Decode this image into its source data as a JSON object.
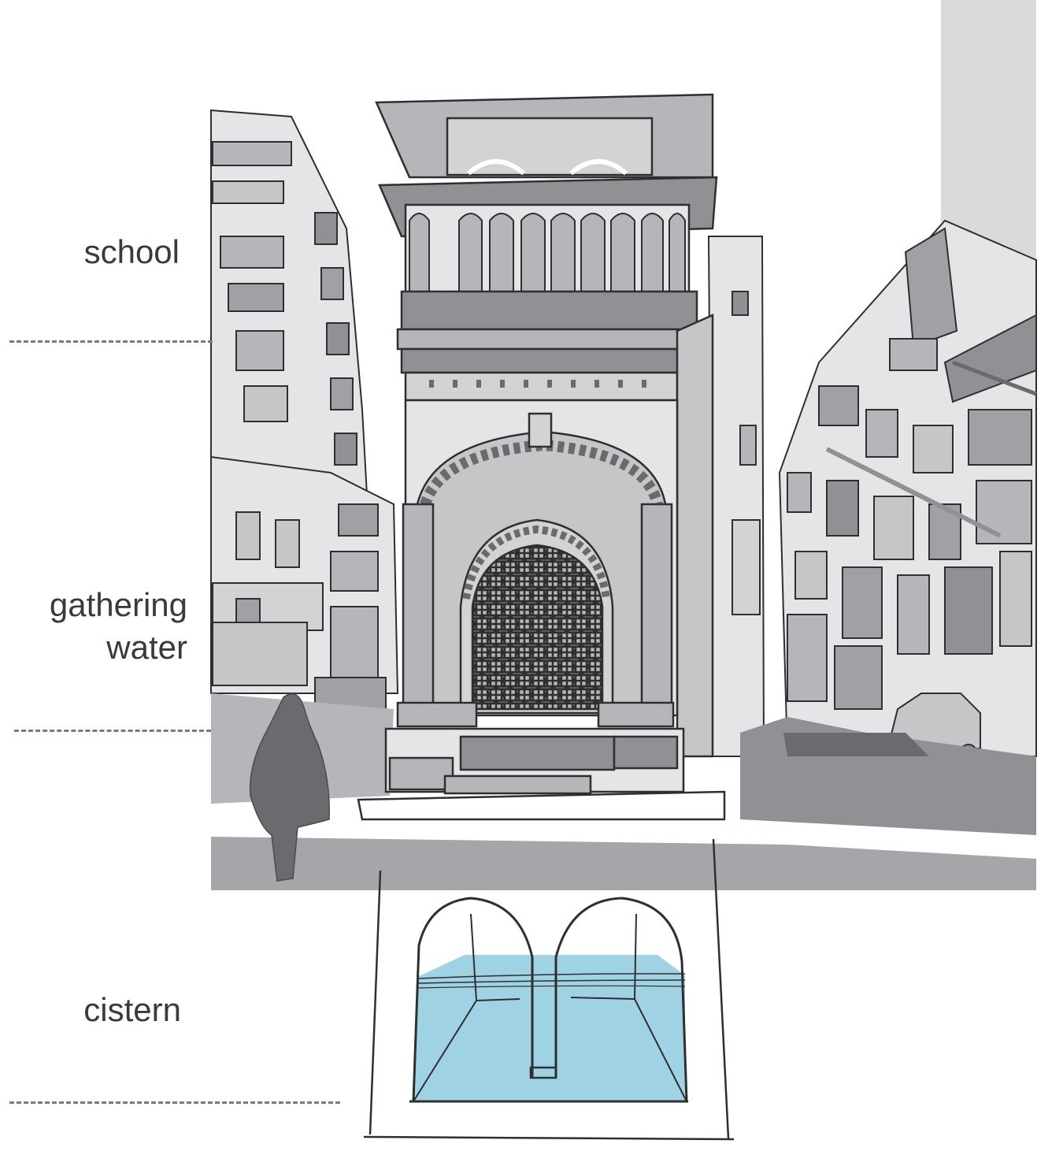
{
  "labels": {
    "school": "school",
    "gathering_line1": "gathering",
    "gathering_line2": "water",
    "cistern": "cistern"
  },
  "colors": {
    "sketch_line": "#2f2f2f",
    "gray_light": "#d2d3d5",
    "gray_mid": "#b4b6b9",
    "gray_dark": "#8f9195",
    "figure": "#6a6b6e",
    "water": "#9fd3e4",
    "label_text": "#3a3a3a",
    "divider": "#7a7a7a"
  }
}
